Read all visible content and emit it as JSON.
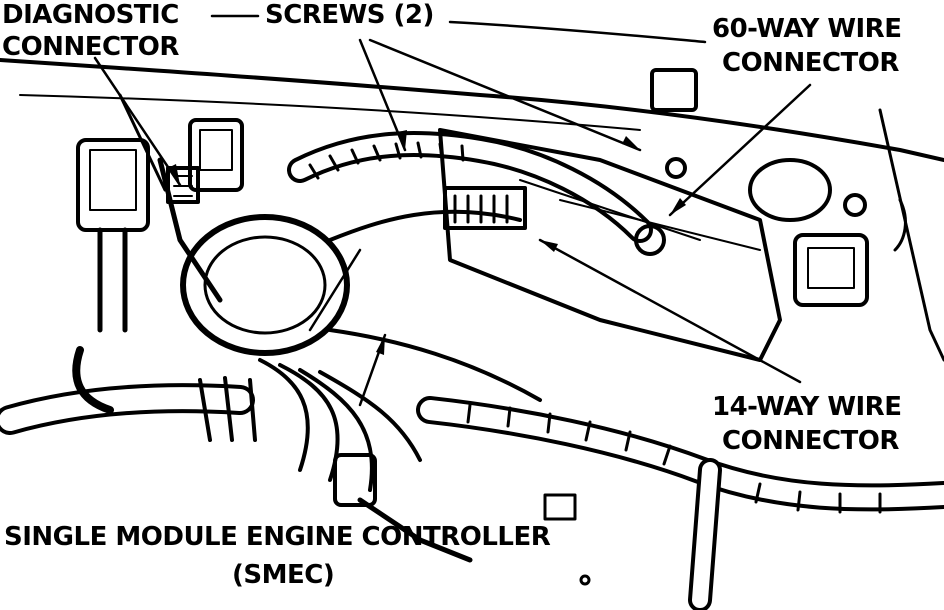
{
  "labels": {
    "diagnostic_line1": "DIAGNOSTIC",
    "diagnostic_line2": "CONNECTOR",
    "screws": "SCREWS (2)",
    "sixty_way_line1": "60-WAY WIRE",
    "sixty_way_line2": "CONNECTOR",
    "fourteen_way_line1": "14-WAY WIRE",
    "fourteen_way_line2": "CONNECTOR",
    "smec_line1": "SINGLE MODULE ENGINE CONTROLLER",
    "smec_line2": "(SMEC)"
  },
  "colors": {
    "ink": "#000000",
    "paper": "#ffffff"
  }
}
